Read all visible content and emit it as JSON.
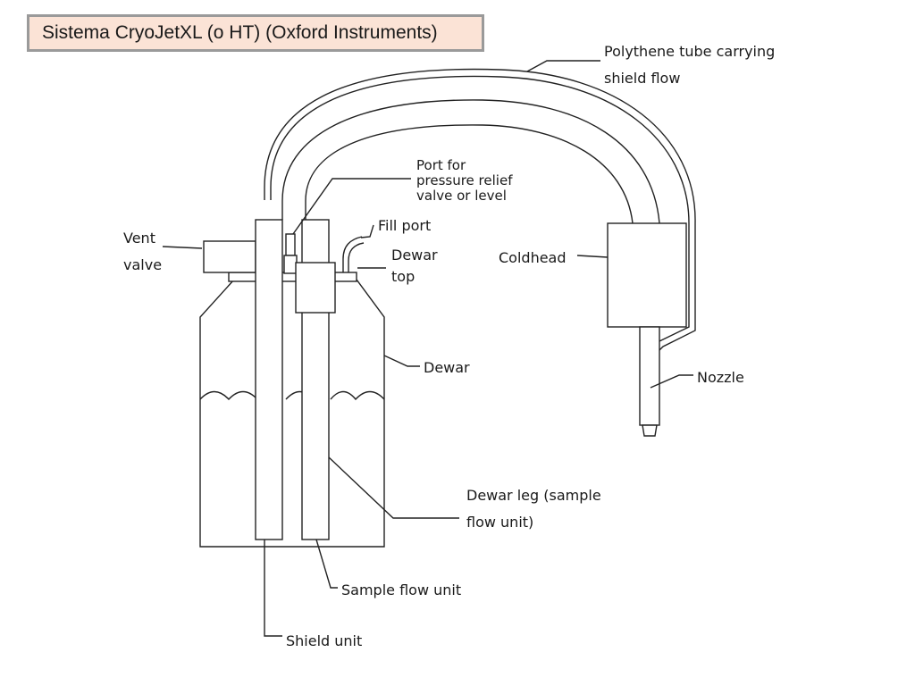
{
  "title": "Sistema CryoJetXL (o HT) (Oxford Instruments)",
  "labels": {
    "polythene_line1": "Polythene tube carrying",
    "polythene_line2": "shield  flow",
    "port_line1": "Port for",
    "port_line2": "pressure relief",
    "port_line3": "valve or level",
    "fill_port": "Fill port",
    "vent_line1": "Vent",
    "vent_line2": "valve",
    "dewar_top_line1": "Dewar",
    "dewar_top_line2": "top",
    "coldhead": "Coldhead",
    "dewar": "Dewar",
    "nozzle": "Nozzle",
    "dewar_leg_line1": "Dewar leg (sample",
    "dewar_leg_line2": "flow unit)",
    "sample_flow_unit": "Sample flow unit",
    "shield_unit": "Shield unit"
  },
  "colors": {
    "title_bg": "#fbe3d6",
    "title_border": "#9a9a9a",
    "line": "#222222"
  }
}
